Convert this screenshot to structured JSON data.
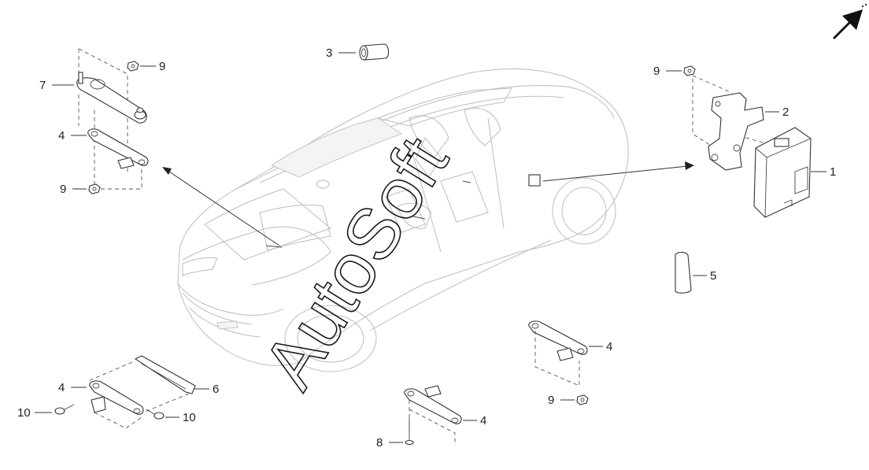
{
  "diagram": {
    "callouts": [
      {
        "id": "c1",
        "label": "1"
      },
      {
        "id": "c2",
        "label": "2"
      },
      {
        "id": "c3",
        "label": "3"
      },
      {
        "id": "c4a",
        "label": "4"
      },
      {
        "id": "c4b",
        "label": "4"
      },
      {
        "id": "c4c",
        "label": "4"
      },
      {
        "id": "c4d",
        "label": "4"
      },
      {
        "id": "c5",
        "label": "5"
      },
      {
        "id": "c6",
        "label": "6"
      },
      {
        "id": "c7",
        "label": "7"
      },
      {
        "id": "c8",
        "label": "8"
      },
      {
        "id": "c9a",
        "label": "9"
      },
      {
        "id": "c9b",
        "label": "9"
      },
      {
        "id": "c9c",
        "label": "9"
      },
      {
        "id": "c9d",
        "label": "9"
      },
      {
        "id": "c10a",
        "label": "10"
      },
      {
        "id": "c10b",
        "label": "10"
      }
    ],
    "watermark": "AutoSoft",
    "direction_icon": "front-direction-arrow-icon"
  }
}
